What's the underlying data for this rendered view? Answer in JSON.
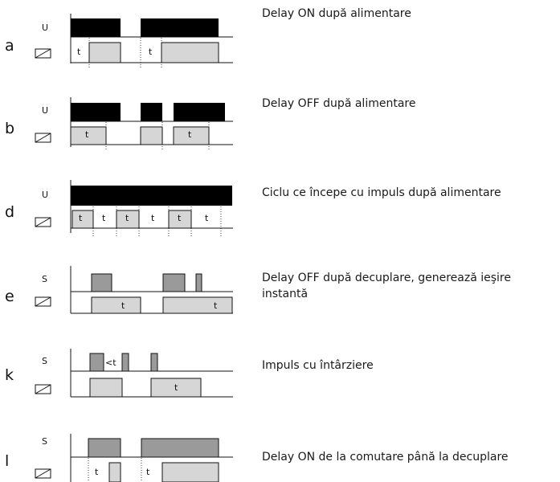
{
  "rows": [
    {
      "letter": "a",
      "signal": "U",
      "description": [
        "Delay ON după alimentare"
      ],
      "t_labels": [
        "t",
        "t"
      ]
    },
    {
      "letter": "b",
      "signal": "U",
      "description": [
        "Delay OFF după alimentare"
      ],
      "t_labels": [
        "t",
        "t"
      ]
    },
    {
      "letter": "d",
      "signal": "U",
      "description": [
        "Ciclu ce începe cu impuls după alimentare"
      ],
      "t_labels": [
        "t",
        "t",
        "t",
        "t",
        "t",
        "t"
      ]
    },
    {
      "letter": "e",
      "signal": "S",
      "description": [
        "Delay OFF după decuplare, generează ieşire",
        "instantă"
      ],
      "t_labels": [
        "t",
        "t"
      ]
    },
    {
      "letter": "k",
      "signal": "S",
      "description": [
        "Impuls cu întârziere"
      ],
      "t_labels": [
        "<t",
        "t"
      ]
    },
    {
      "letter": "l",
      "signal": "S",
      "description": [
        "Delay ON de la comutare până la decuplare"
      ],
      "t_labels": [
        "t",
        "t"
      ]
    }
  ],
  "colors": {
    "black_bar": "#000000",
    "s_bar": "#9a9a9a",
    "relay_bar": "#d6d6d6",
    "line": "#111111"
  },
  "icons": {
    "relay": "relay-coil-icon"
  }
}
